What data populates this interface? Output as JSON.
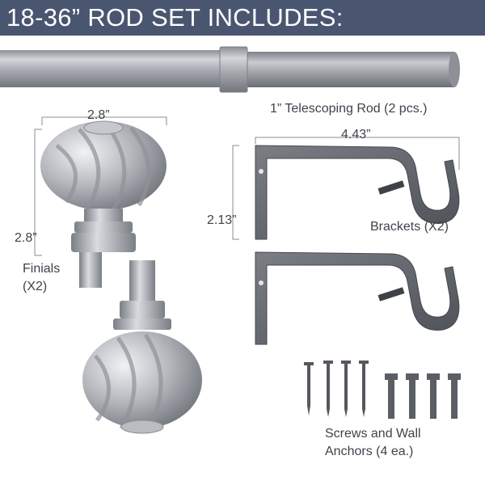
{
  "header": {
    "title": "18-36” ROD SET INCLUDES:",
    "color": "#4a5570"
  },
  "rod": {
    "label": "1” Telescoping Rod (2 pcs.)"
  },
  "finials": {
    "label_line1": "Finials",
    "label_line2": "(X2)",
    "width_dim": "2.8”",
    "height_dim": "2.8”"
  },
  "brackets": {
    "label": "Brackets (X2)",
    "width_dim": "4.43”",
    "height_dim": "2.13”"
  },
  "hardware": {
    "label_line1": "Screws and Wall",
    "label_line2": "Anchors (4 ea.)"
  },
  "colors": {
    "metal": "#a9acb2",
    "metal_dark": "#6f737a",
    "bracket": "#5c5f66"
  }
}
